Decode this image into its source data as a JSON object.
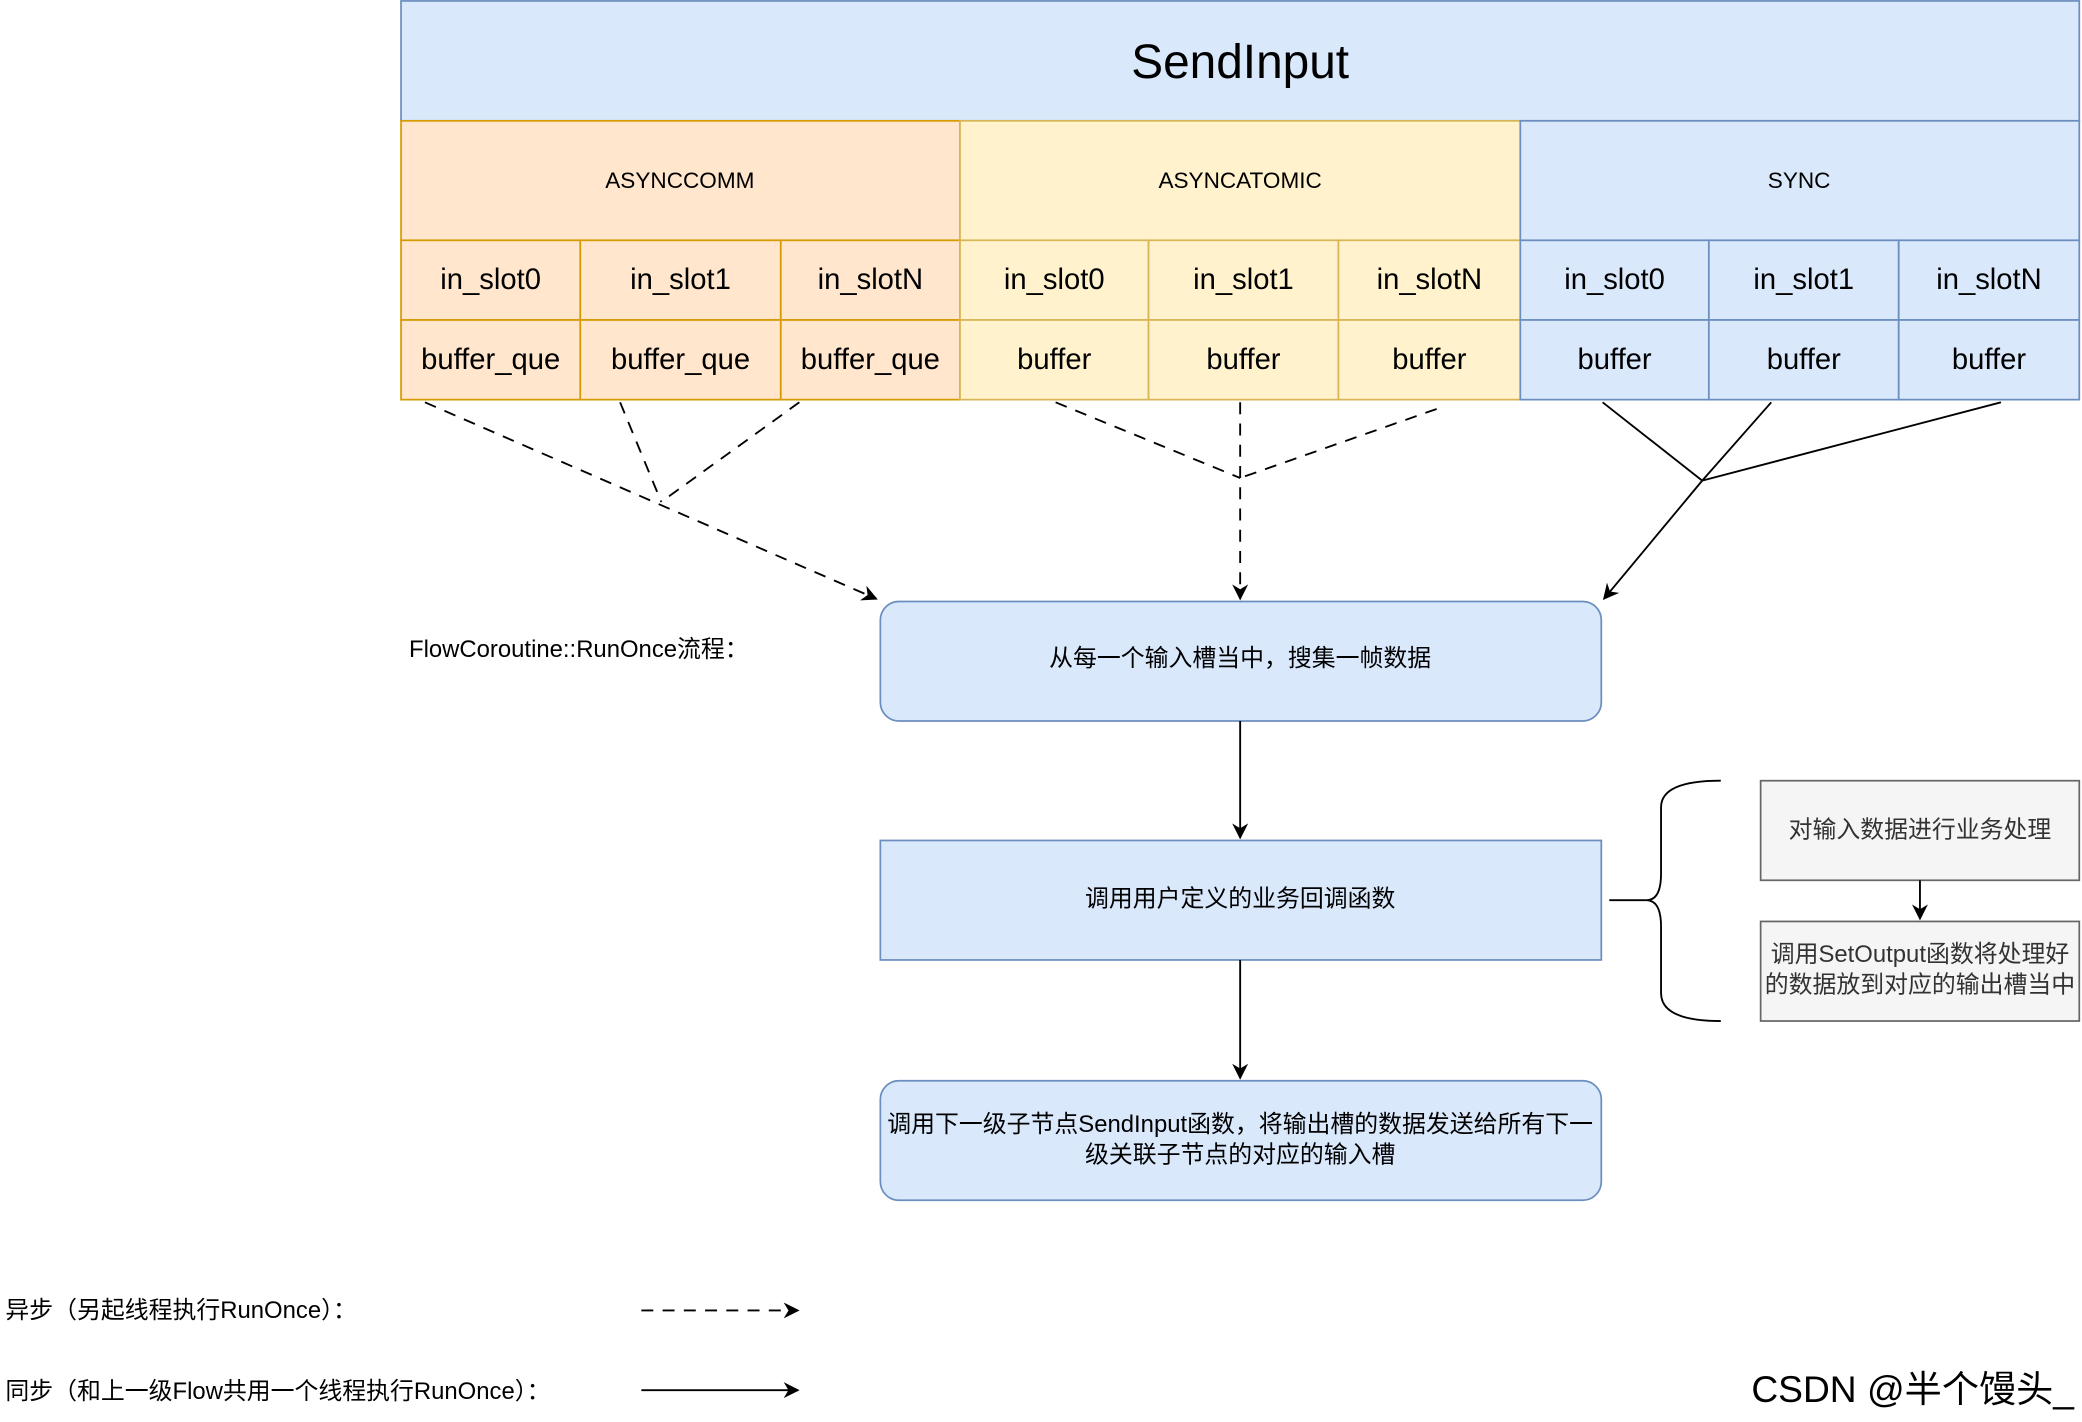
{
  "diagram": {
    "title": "SendInput",
    "sections": [
      {
        "name": "ASYNCCOMM",
        "slots": [
          "in_slot0",
          "in_slot1",
          "in_slotN"
        ],
        "buffers": [
          "buffer_que",
          "buffer_que",
          "buffer_que"
        ]
      },
      {
        "name": "ASYNCATOMIC",
        "slots": [
          "in_slot0",
          "in_slot1",
          "in_slotN"
        ],
        "buffers": [
          "buffer",
          "buffer",
          "buffer"
        ]
      },
      {
        "name": "SYNC",
        "slots": [
          "in_slot0",
          "in_slot1",
          "in_slotN"
        ],
        "buffers": [
          "buffer",
          "buffer",
          "buffer"
        ]
      }
    ],
    "flow_label": "FlowCoroutine::RunOnce流程：",
    "steps": [
      {
        "lines": [
          "从每一个输入槽当中，搜集一帧数据"
        ]
      },
      {
        "lines": [
          "调用用户定义的业务回调函数"
        ]
      },
      {
        "lines": [
          "调用下一级子节点SendInput函数，将输出槽的数据发送给所有下一",
          "级关联子节点的对应的输入槽"
        ]
      }
    ],
    "sub_steps": [
      {
        "lines": [
          "对输入数据进行业务处理"
        ]
      },
      {
        "lines": [
          "调用SetOutput函数将处理好",
          "的数据放到对应的输出槽当中"
        ]
      }
    ]
  },
  "legend": [
    {
      "label": "异步（另起线程执行RunOnce）："
    },
    {
      "label": "同步（和上一级Flow共用一个线程执行RunOnce）："
    }
  ],
  "watermark": "CSDN @半个馒头_",
  "colors": {
    "header_fill": "#dae8fc",
    "async_comm_fill": "#ffe6cc",
    "async_atomic_fill": "#fff2cc",
    "sync_fill": "#dae8fc",
    "step_fill": "#dae8fc",
    "sub_step_fill": "#f5f5f5",
    "watermark": "#c8c8c8"
  }
}
